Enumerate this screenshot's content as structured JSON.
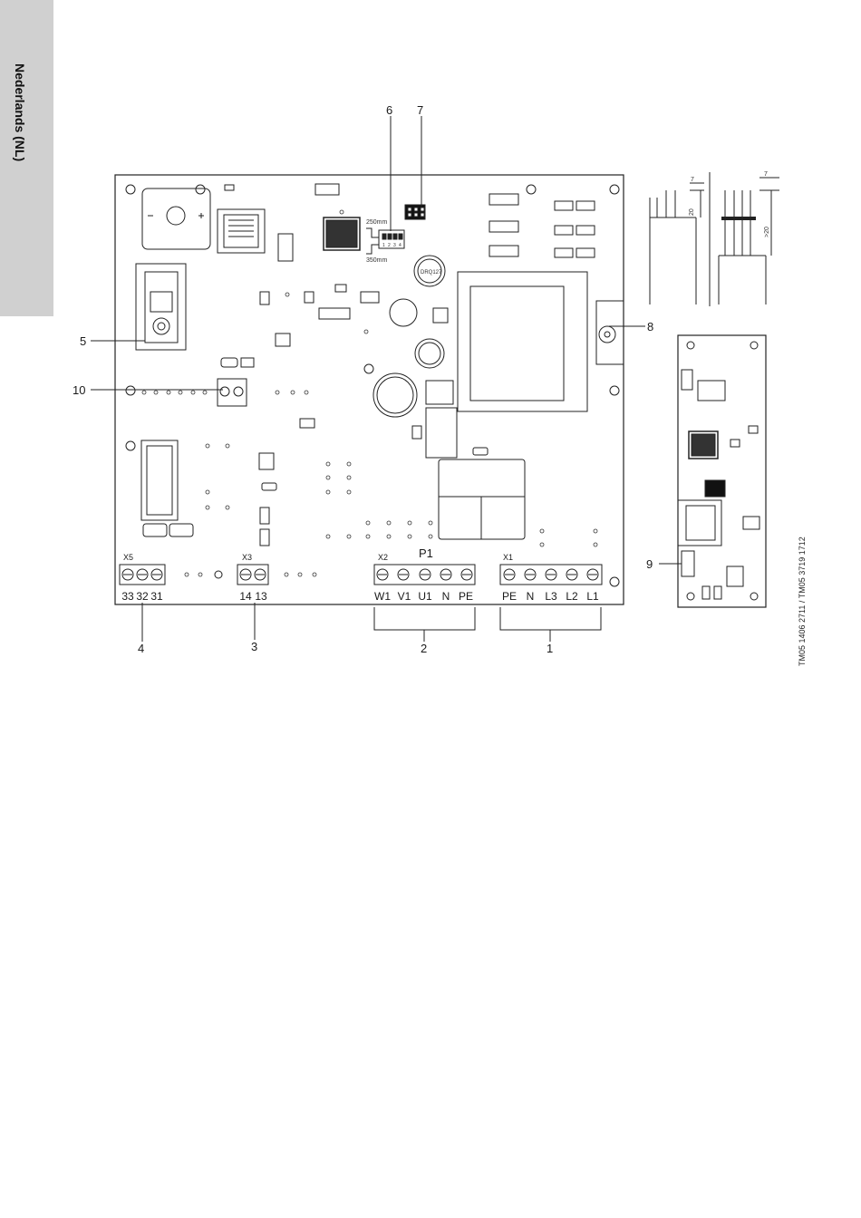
{
  "side_tab": {
    "label": "Nederlands (NL)"
  },
  "diagram_code": "TM05 1406 2711 / TM05 3719 1712",
  "callouts": [
    "1",
    "2",
    "3",
    "4",
    "5",
    "6",
    "7",
    "8",
    "9",
    "10"
  ],
  "connectors": {
    "x5": {
      "label": "X5",
      "terminals": [
        "33",
        "32",
        "31"
      ]
    },
    "x3": {
      "label": "X3",
      "terminals": [
        "14",
        "13"
      ]
    },
    "x2": {
      "label": "X2",
      "group": "P1",
      "terminals": [
        "W1",
        "V1",
        "U1",
        "N",
        "PE"
      ]
    },
    "x1": {
      "label": "X1",
      "terminals": [
        "PE",
        "N",
        "L3",
        "L2",
        "L1"
      ]
    }
  },
  "board_marks": {
    "switch_upper": "250mm",
    "switch_lower": "350mm",
    "coil": "DRQ127",
    "switch_pins": [
      "1",
      "2",
      "3",
      "4"
    ]
  },
  "strip_dims": {
    "left": {
      "top": "7",
      "side": "20"
    },
    "right": {
      "top": "7",
      "side": ">20"
    }
  }
}
